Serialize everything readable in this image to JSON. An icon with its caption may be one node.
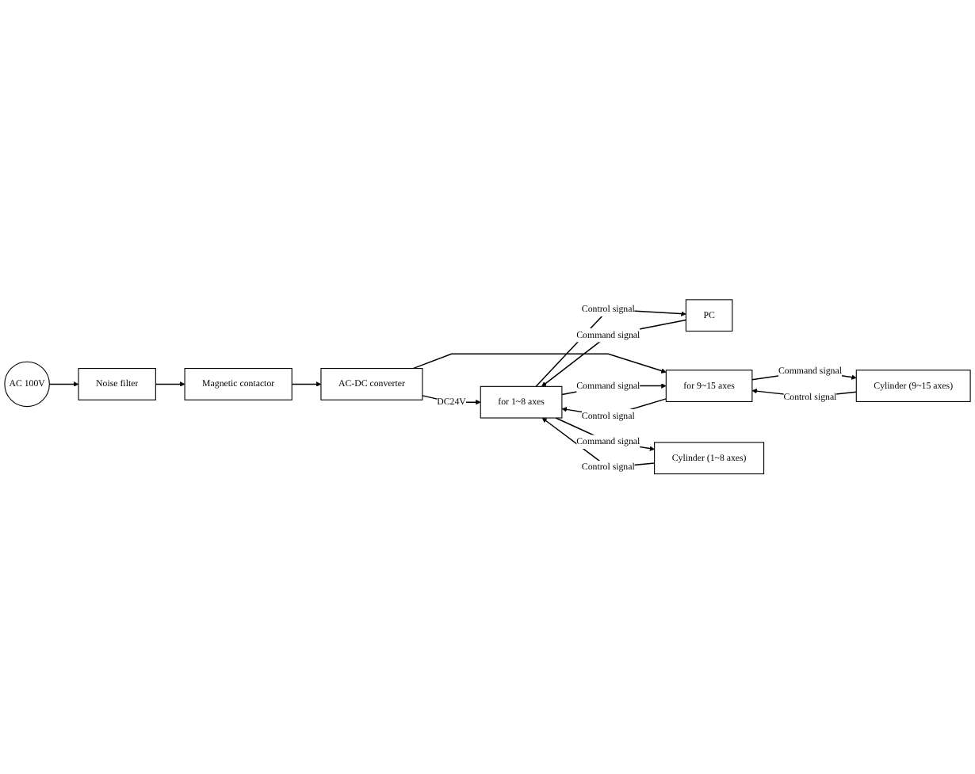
{
  "diagram": {
    "nodes": [
      {
        "text": [
          "AC 100V"
        ]
      },
      {
        "text": [
          "Noise filter"
        ]
      },
      {
        "text": [
          "Magnetic contactor"
        ]
      },
      {
        "text": [
          "AC-DC converter"
        ]
      },
      {
        "text": [
          "PC"
        ]
      },
      {
        "text": [
          "for 1~8 axes"
        ]
      },
      {
        "text": [
          "for 9~15 axes"
        ]
      },
      {
        "text": [
          "Cylinder (1~8 axes)"
        ]
      },
      {
        "text": [
          "Cylinder (9~15 axes)"
        ]
      }
    ],
    "edges": [
      {
        "from": 0,
        "to": 1,
        "arrow": "to"
      },
      {
        "from": 1,
        "to": 2,
        "arrow": "to"
      },
      {
        "from": 2,
        "to": 3,
        "arrow": "to"
      },
      {
        "from": 3,
        "to": 5,
        "arrow": "to",
        "label": "DC24V"
      },
      {
        "from": 3,
        "to": 6,
        "arrow": "to"
      },
      {
        "from": 4,
        "to": 5,
        "arrow": "to",
        "label": "Command signal"
      },
      {
        "from": 5,
        "to": 4,
        "arrow": "to",
        "label": "Control signal"
      },
      {
        "from": 5,
        "to": 6,
        "arrow": "to",
        "label": "Command signal"
      },
      {
        "from": 6,
        "to": 5,
        "arrow": "to",
        "label": "Control signal"
      },
      {
        "from": 5,
        "to": 7,
        "arrow": "to",
        "label": "Command signal"
      },
      {
        "from": 7,
        "to": 5,
        "arrow": "to",
        "label": "Control signal"
      },
      {
        "from": 6,
        "to": 8,
        "arrow": "to",
        "label": "Command signal"
      },
      {
        "from": 8,
        "to": 6,
        "arrow": "to",
        "label": "Control signal"
      }
    ]
  }
}
